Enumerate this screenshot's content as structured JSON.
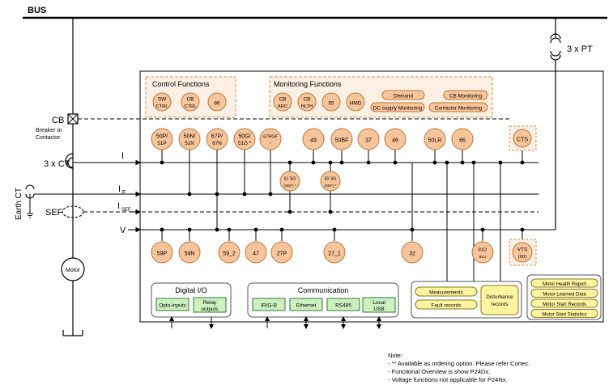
{
  "bus_label": "BUS",
  "pt_label": "3 x PT",
  "cb": {
    "label": "CB",
    "sub1": "Breaker or",
    "sub2": "Contactor"
  },
  "ct_label": "3 x CT",
  "earth_ct_label": "Earth CT",
  "sef_label": "SEF",
  "motor_label": "Motor",
  "signals": {
    "i": "I",
    "ie_main": "I",
    "ie_sub": "E",
    "isef_main": "I",
    "isef_sub": "SEF",
    "v": "V"
  },
  "control_functions": {
    "title": "Control Functions",
    "items": [
      {
        "l1": "SW",
        "l2": "CTRL"
      },
      {
        "l1": "CB",
        "l2": "CTRL"
      },
      {
        "l1": "86",
        "l2": ""
      }
    ]
  },
  "monitoring_functions": {
    "title": "Monitoring Functions",
    "circles": [
      {
        "l1": "CB",
        "l2": "ARC"
      },
      {
        "l1": "CB",
        "l2": "HLTH"
      },
      {
        "l1": "55",
        "l2": ""
      },
      {
        "l1": "HMD",
        "l2": ""
      }
    ],
    "pills": [
      "Demand",
      "CB Monitoring",
      "DC supply Monitoring",
      "Contactor Monitoring"
    ]
  },
  "current_functions": [
    {
      "l1": "50P/",
      "l2": "51P"
    },
    {
      "l1": "50N/",
      "l2": "51N"
    },
    {
      "l1": "67P/",
      "l2": "67N"
    },
    {
      "l1": "50G/",
      "l2": "51G *"
    },
    {
      "l1": "67RGF",
      "l2": "*"
    },
    {
      "l1": "49",
      "l2": ""
    },
    {
      "l1": "50BF",
      "l2": ""
    },
    {
      "l1": "37",
      "l2": ""
    },
    {
      "l1": "46",
      "l2": ""
    },
    {
      "l1": "50LR",
      "l2": ""
    },
    {
      "l1": "66",
      "l2": ""
    }
  ],
  "cts_label": "CTS",
  "sef_functions": [
    {
      "l1": "51 SG",
      "l2": "(SEF) *"
    },
    {
      "l1": "50 SG",
      "l2": "(SEF) *"
    }
  ],
  "voltage_functions": [
    {
      "l1": "59P",
      "l2": ""
    },
    {
      "l1": "59N",
      "l2": ""
    },
    {
      "l1": "59_2",
      "l2": ""
    },
    {
      "l1": "47",
      "l2": ""
    },
    {
      "l1": "27P",
      "l2": ""
    },
    {
      "l1": "27_1",
      "l2": ""
    },
    {
      "l1": "32",
      "l2": ""
    },
    {
      "l1": "81O",
      "l2": "81U"
    }
  ],
  "vts": {
    "l1": "VTS",
    "l2": "(60)"
  },
  "digital_io": {
    "title": "Digital I/O",
    "items": [
      {
        "l1": "Opto-inputs",
        "l2": ""
      },
      {
        "l1": "Relay",
        "l2": "outputs"
      }
    ]
  },
  "communication": {
    "title": "Communication",
    "items": [
      {
        "l1": "IRIG-B",
        "l2": ""
      },
      {
        "l1": "Ethernet",
        "l2": ""
      },
      {
        "l1": "RS485",
        "l2": ""
      },
      {
        "l1": "Local",
        "l2": "USB"
      }
    ]
  },
  "records": {
    "measurements": "Measurements",
    "fault": "Fault records",
    "dist1": "Disturbance",
    "dist2": "records"
  },
  "motor_reports": [
    "Motor Health Report",
    "Motor Learned Data",
    "Motor Start Records",
    "Motor Start Statistics"
  ],
  "note": {
    "title": "Note:",
    "lines": [
      "- '*'  Available as ordering option. Please refer Cortec.",
      "- Functional Overview is show P24Dx.",
      "- Voltage functions not applicable for P24Nx."
    ]
  },
  "colors": {
    "fn_fill": "#f8c49a",
    "fn_stroke": "#b87a3a",
    "group_fill": "#fcefe4",
    "group_stroke": "#c99a54",
    "io_fill": "#ccf0c0",
    "io_stroke": "#2f7a2f",
    "rec_fill": "#fff5a0",
    "rec_stroke": "#8a7a1a",
    "line": "#000000"
  }
}
